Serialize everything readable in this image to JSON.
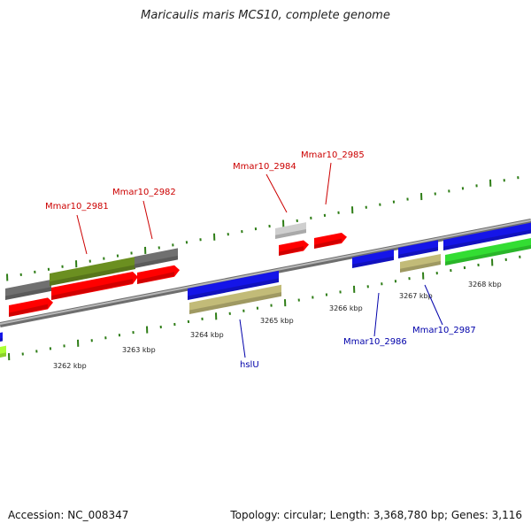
{
  "header": {
    "title": "Maricaulis maris MCS10, complete genome"
  },
  "footer": {
    "accession": "Accession: NC_008347",
    "summary": "Topology: circular; Length: 3,368,780 bp; Genes: 3,116"
  },
  "colors": {
    "backbone": "#8a8a8a",
    "tick": "#2e7d16",
    "label_red": "#cc0000",
    "label_blue": "#0000aa",
    "red": "#ff0000",
    "blue": "#1515e8",
    "dark_grey": "#707070",
    "light_grey": "#cfcfcf",
    "olive": "#6b8f20",
    "khaki": "#c2bb78",
    "green": "#33dd33",
    "yellow_green": "#aaff33"
  },
  "ruler_labels": [
    "3262 kbp",
    "3263 kbp",
    "3264 kbp",
    "3265 kbp",
    "3266 kbp",
    "3267 kbp",
    "3268 kbp"
  ],
  "gene_labels": [
    {
      "text": "Mmar10_2981",
      "color": "label_red"
    },
    {
      "text": "Mmar10_2982",
      "color": "label_red"
    },
    {
      "text": "Mmar10_2984",
      "color": "label_red"
    },
    {
      "text": "Mmar10_2985",
      "color": "label_red"
    },
    {
      "text": "hslU",
      "color": "label_blue"
    },
    {
      "text": "Mmar10_2986",
      "color": "label_blue"
    },
    {
      "text": "Mmar10_2987",
      "color": "label_blue"
    }
  ],
  "features": [
    {
      "name": "plus-grey-1",
      "color": "dark_grey"
    },
    {
      "name": "plus-olive",
      "color": "olive"
    },
    {
      "name": "plus-grey-2",
      "color": "dark_grey"
    },
    {
      "name": "plus-lightgrey",
      "color": "light_grey"
    },
    {
      "name": "red-1",
      "color": "red"
    },
    {
      "name": "red-2",
      "color": "red"
    },
    {
      "name": "red-3",
      "color": "red"
    },
    {
      "name": "red-4",
      "color": "red"
    },
    {
      "name": "red-5",
      "color": "red"
    },
    {
      "name": "blue-hslU",
      "color": "blue"
    },
    {
      "name": "khaki-1",
      "color": "khaki"
    },
    {
      "name": "blue-2986",
      "color": "blue"
    },
    {
      "name": "blue-2987",
      "color": "blue"
    },
    {
      "name": "khaki-2",
      "color": "khaki"
    },
    {
      "name": "blue-long",
      "color": "blue"
    },
    {
      "name": "green-long",
      "color": "green"
    },
    {
      "name": "blue-edge",
      "color": "blue"
    },
    {
      "name": "yellow-green-edge",
      "color": "yellow_green"
    }
  ]
}
